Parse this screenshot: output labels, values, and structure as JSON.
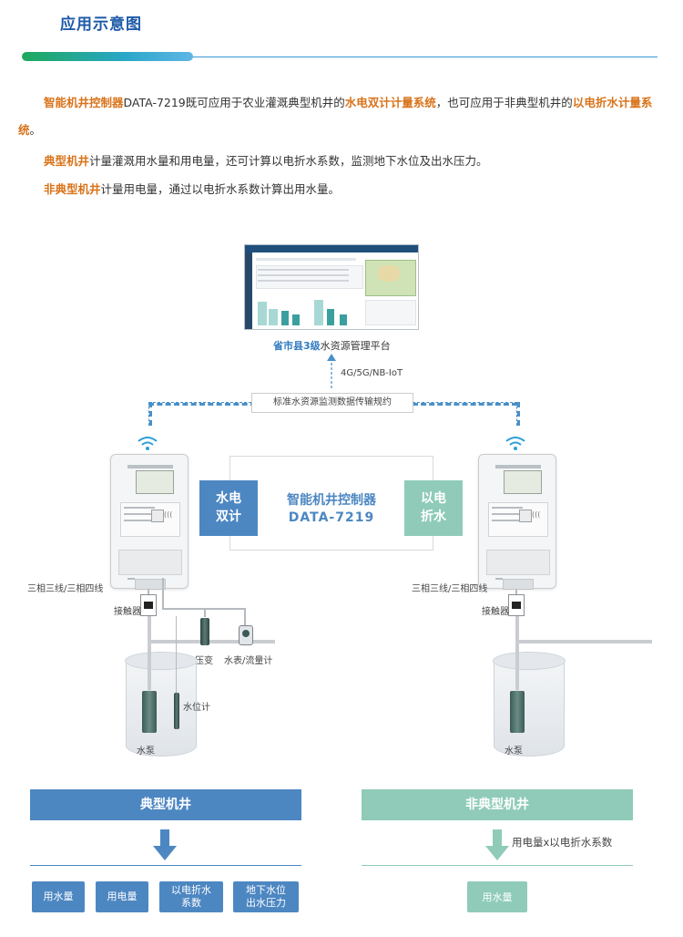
{
  "header": {
    "title": "应用示意图"
  },
  "intro": {
    "p1": {
      "hl1": "智能机井控制器",
      "t1": "DATA-7219既可应用于农业灌溉典型机井的",
      "hl2": "水电双计计量系统",
      "t2": "，也可应用于非典型机井的",
      "hl3": "以电折水计量系统",
      "t3": "。"
    },
    "p2": {
      "hl": "典型机井",
      "t": "计量灌溉用水量和用电量，还可计算以电折水系数，监测地下水位及出水压力。"
    },
    "p3": {
      "hl": "非典型机井",
      "t": "计量用电量，通过以电折水系数计算出用水量。"
    }
  },
  "platform": {
    "caption_hl": "省市县3级",
    "caption": "水资源管理平台",
    "network": "4G/5G/NB-IoT",
    "protocol": "标准水资源监测数据传输规约"
  },
  "center": {
    "left_tag": "水电\n双计",
    "device_name": "智能机井控制器",
    "device_model": "DATA-7219",
    "right_tag": "以电\n折水"
  },
  "left_site": {
    "power_line": "三相三线/三相四线",
    "contactor": "接触器",
    "pressure": "压变",
    "flowmeter": "水表/流量计",
    "level": "水位计",
    "pump": "水泵"
  },
  "right_site": {
    "power_line": "三相三线/三相四线",
    "contactor": "接触器",
    "pump": "水泵"
  },
  "typical": {
    "title": "典型机井",
    "results": [
      "用水量",
      "用电量",
      "以电折水\n系数",
      "地下水位\n出水压力"
    ]
  },
  "atypical": {
    "title": "非典型机井",
    "formula": "用电量x以电折水系数",
    "result": "用水量"
  },
  "colors": {
    "accent_orange": "#d9731a",
    "blue": "#4d87c2",
    "green": "#8fcbb8",
    "title_blue": "#1e5aa8"
  }
}
